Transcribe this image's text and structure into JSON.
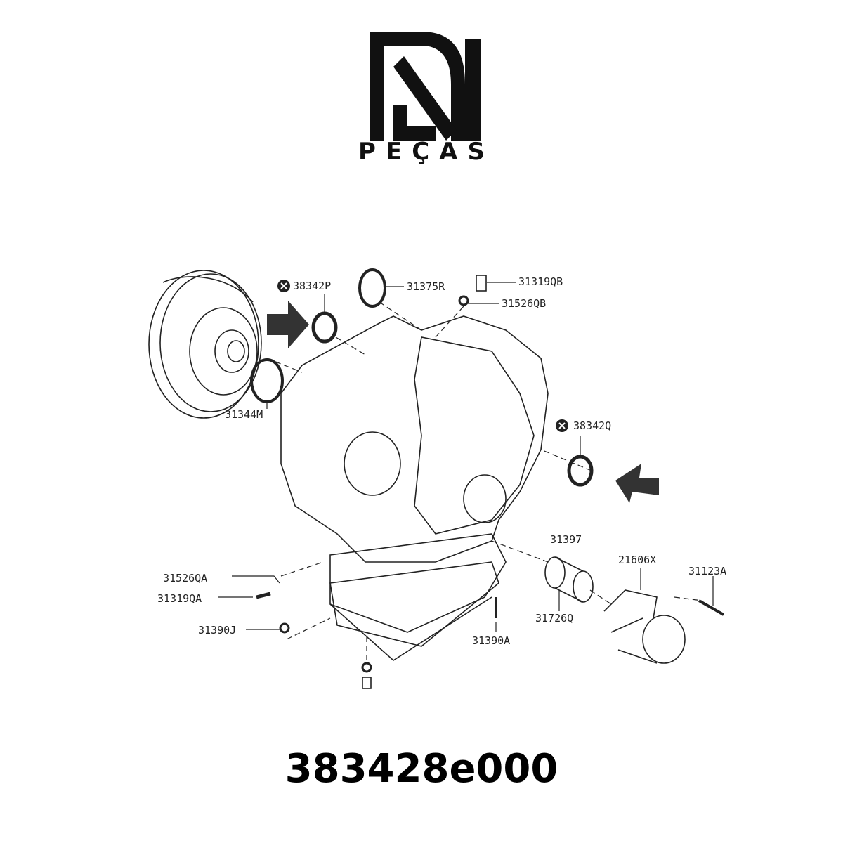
{
  "logo": {
    "letters": "DN",
    "brand_name": "PEÇAS"
  },
  "diagram": {
    "callouts": [
      {
        "id": "38342P",
        "label": "38342P",
        "marked": true,
        "highlighted_by_arrow": true
      },
      {
        "id": "31375R",
        "label": "31375R"
      },
      {
        "id": "31319QB",
        "label": "31319QB"
      },
      {
        "id": "31526QB",
        "label": "31526QB"
      },
      {
        "id": "31344M",
        "label": "31344M"
      },
      {
        "id": "38342Q",
        "label": "38342Q",
        "marked": true,
        "highlighted_by_arrow": true
      },
      {
        "id": "31397",
        "label": "31397"
      },
      {
        "id": "21606X",
        "label": "21606X"
      },
      {
        "id": "31123A",
        "label": "31123A"
      },
      {
        "id": "31526QA",
        "label": "31526QA"
      },
      {
        "id": "31319QA",
        "label": "31319QA"
      },
      {
        "id": "31390J",
        "label": "31390J"
      },
      {
        "id": "31390A",
        "label": "31390A"
      },
      {
        "id": "31726Q",
        "label": "31726Q"
      }
    ],
    "marker_icon": "circle-x-icon",
    "arrow_color": "#333333"
  },
  "part_number": "383428e000"
}
